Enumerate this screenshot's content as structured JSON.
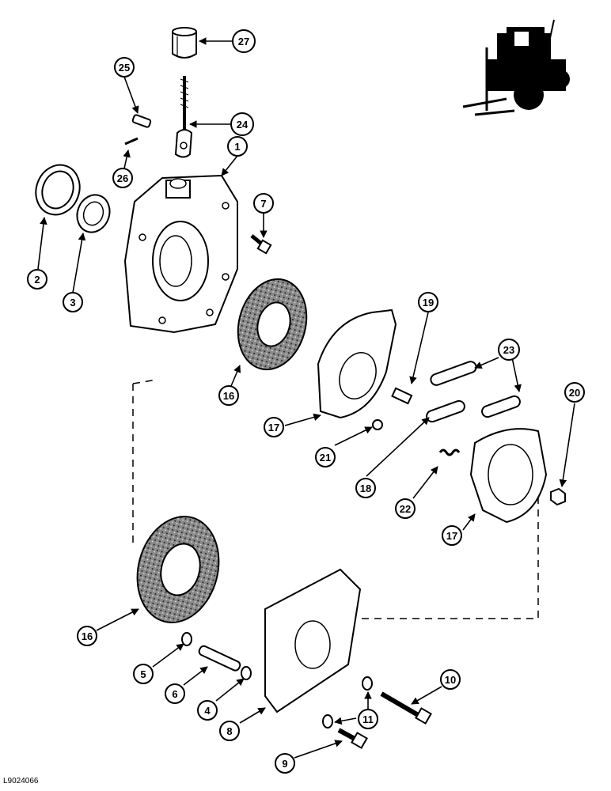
{
  "figure": {
    "figure_id": "L9024066",
    "callouts": {
      "c1": "1",
      "c2": "2",
      "c3": "3",
      "c4": "4",
      "c5": "5",
      "c6": "6",
      "c7": "7",
      "c8": "8",
      "c9": "9",
      "c10": "10",
      "c11": "11",
      "c16a": "16",
      "c16b": "16",
      "c17a": "17",
      "c17b": "17",
      "c18": "18",
      "c19": "19",
      "c20": "20",
      "c21": "21",
      "c22": "22",
      "c23": "23",
      "c24": "24",
      "c25": "25",
      "c26": "26",
      "c27": "27"
    }
  },
  "colors": {
    "ink": "#000000",
    "paper": "#ffffff",
    "friction": "#777777"
  }
}
